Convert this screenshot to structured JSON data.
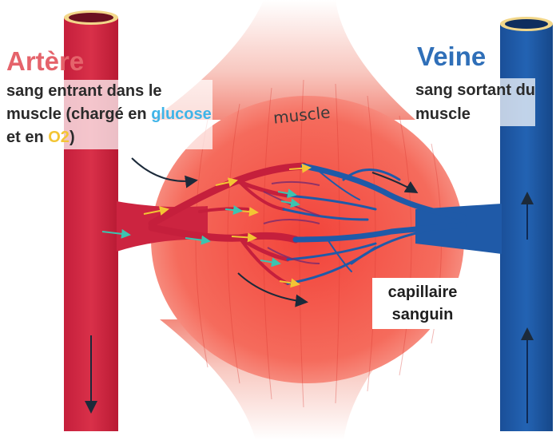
{
  "artery": {
    "title": "Artère",
    "desc_part1": "sang entrant dans le muscle (chargé en",
    "glucose": "glucose",
    "and": "et en",
    "o2": "O2",
    "close": ")"
  },
  "vein": {
    "title": "Veine",
    "desc": "sang sortant du muscle"
  },
  "muscle_label": "muscle",
  "capillary_label": "capillaire sanguin",
  "colors": {
    "artery": "#d0243f",
    "vein": "#1f5aa8",
    "muscle": "#f25a4a",
    "glucose": "#3fb4e8",
    "o2": "#f3c534",
    "artery_title": "#e5636b",
    "vein_title": "#2f6fb8"
  }
}
